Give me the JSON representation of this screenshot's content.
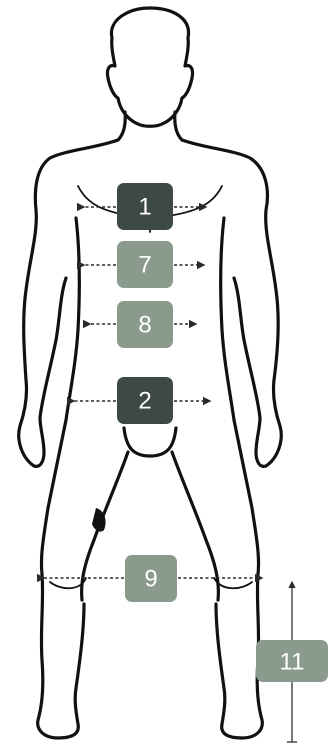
{
  "colors": {
    "dark_badge": "#3d4a43",
    "light_badge": "#8a9a8c",
    "outline": "#111111",
    "background": "#ffffff"
  },
  "markers": [
    {
      "id": "chest",
      "label": "1",
      "tone": "dark",
      "arrows": "horizontal"
    },
    {
      "id": "waist",
      "label": "7",
      "tone": "light",
      "arrows": "horizontal"
    },
    {
      "id": "abdomen",
      "label": "8",
      "tone": "light",
      "arrows": "horizontal"
    },
    {
      "id": "hips",
      "label": "2",
      "tone": "dark",
      "arrows": "horizontal"
    },
    {
      "id": "knee",
      "label": "9",
      "tone": "light",
      "arrows": "horizontal"
    },
    {
      "id": "knee-height",
      "label": "11",
      "tone": "light",
      "arrows": "vertical"
    }
  ]
}
